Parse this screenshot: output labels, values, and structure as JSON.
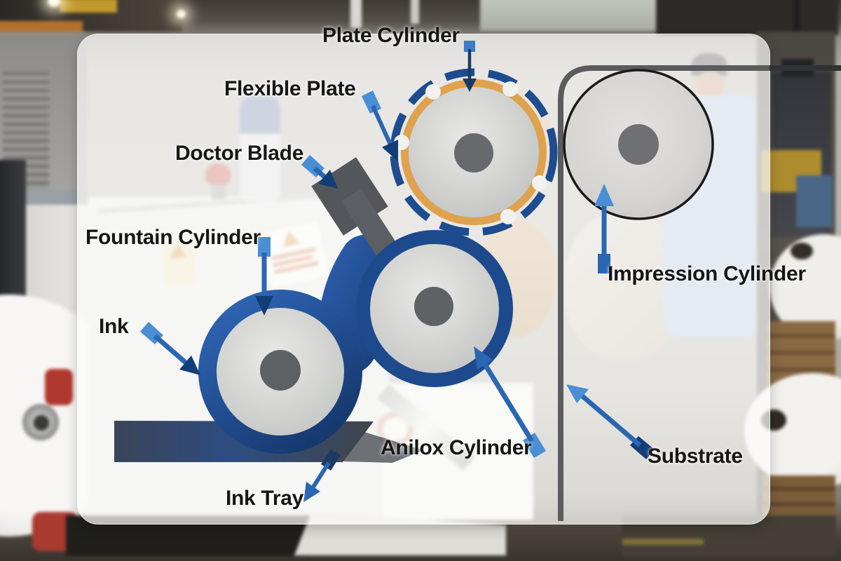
{
  "labels": {
    "plate_cylinder": "Plate Cylinder",
    "flexible_plate": "Flexible Plate",
    "doctor_blade": "Doctor Blade",
    "fountain_cylinder": "Fountain Cylinder",
    "ink": "Ink",
    "ink_tray": "Ink Tray",
    "anilox_cylinder": "Anilox Cylinder",
    "impression_cylinder": "Impression Cylinder",
    "substrate": "Substrate"
  },
  "colors": {
    "arrow_blue": "#2a66b2",
    "arrow_tail_blue": "#4a8ed4",
    "arrow_head_navy": "#133d77",
    "ring_navy": "#1d4a8c",
    "fountain_ring_blue": "#2a5cae",
    "plate_orange": "#dfa24f",
    "roller_fill_gray": "#d2d4d3",
    "roller_core_gray": "#67696b",
    "doctor_blade_gray": "#53575b",
    "ink_tray_navy": "#2d4d80",
    "substrate_line_gray": "#5a5c5e",
    "impression_outline_black": "#1a1a1a",
    "label_text": "#161616",
    "panel_white": "rgba(252,252,251,0.72)"
  }
}
